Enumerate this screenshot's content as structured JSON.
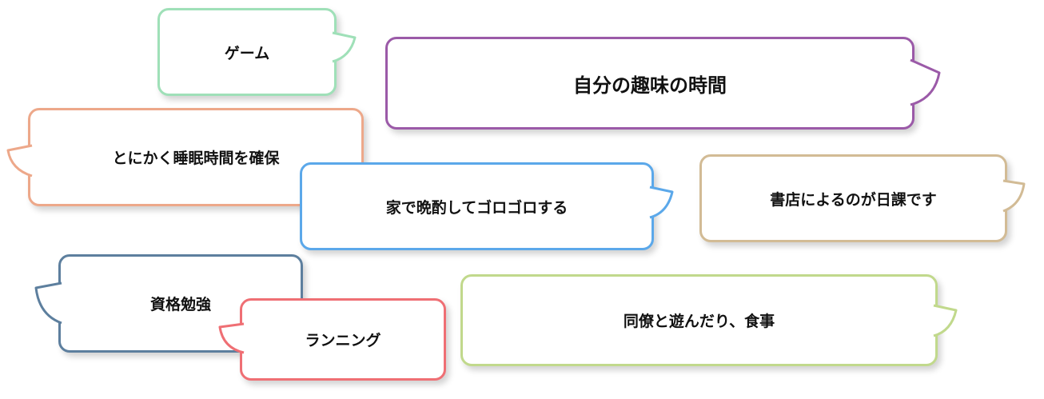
{
  "bubbles": {
    "game": {
      "label": "ゲーム",
      "color": "#9fe0b8"
    },
    "hobby": {
      "label": "自分の趣味の時間",
      "color": "#9b5aa8"
    },
    "sleep": {
      "label": "とにかく睡眠時間を確保",
      "color": "#eda88a"
    },
    "drink": {
      "label": "家で晩酌してゴロゴロする",
      "color": "#5ba8ea"
    },
    "book": {
      "label": "書店によるのが日課です",
      "color": "#d2bb95"
    },
    "study": {
      "label": "資格勉強",
      "color": "#5d7f9e"
    },
    "run": {
      "label": "ランニング",
      "color": "#ef6f74"
    },
    "friends": {
      "label": "同僚と遊んだり、食事",
      "color": "#c1d98c"
    }
  }
}
